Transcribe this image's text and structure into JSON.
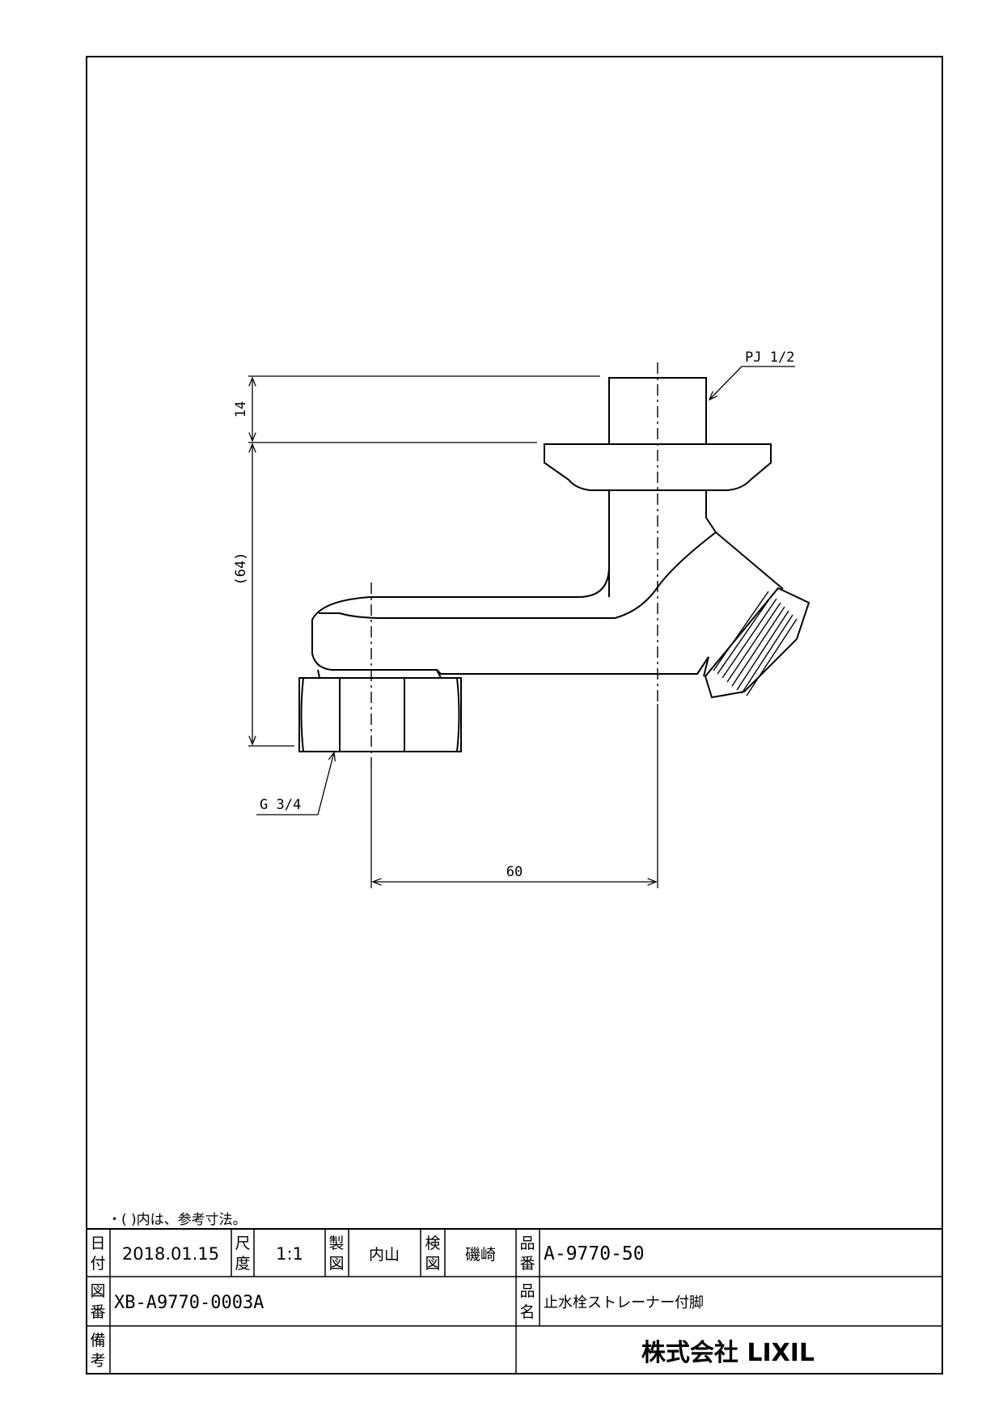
{
  "drawing": {
    "dimensions": {
      "thread_top": "PJ 1/2",
      "thread_bottom": "G 3/4",
      "height_top": "14",
      "height_body": "(64)",
      "offset": "60"
    }
  },
  "note": "・( )内は、参考寸法。",
  "title_block": {
    "date_label": [
      "日",
      "付"
    ],
    "date": "2018.01.15",
    "scale_label": [
      "尺",
      "度"
    ],
    "scale": "1:1",
    "drawn_label": [
      "製",
      "図"
    ],
    "drawn_by": "内山",
    "checked_label": [
      "検",
      "図"
    ],
    "checked_by": "磯崎",
    "part_no_label": [
      "品",
      "番"
    ],
    "part_no": "A-9770-50",
    "drawing_no_label": [
      "図",
      "番"
    ],
    "drawing_no": "XB-A9770-0003A",
    "part_name_label": [
      "品",
      "名"
    ],
    "part_name": "止水栓ストレーナー付脚",
    "remarks_label": [
      "備",
      "考"
    ],
    "company": "株式会社 LIXIL"
  }
}
